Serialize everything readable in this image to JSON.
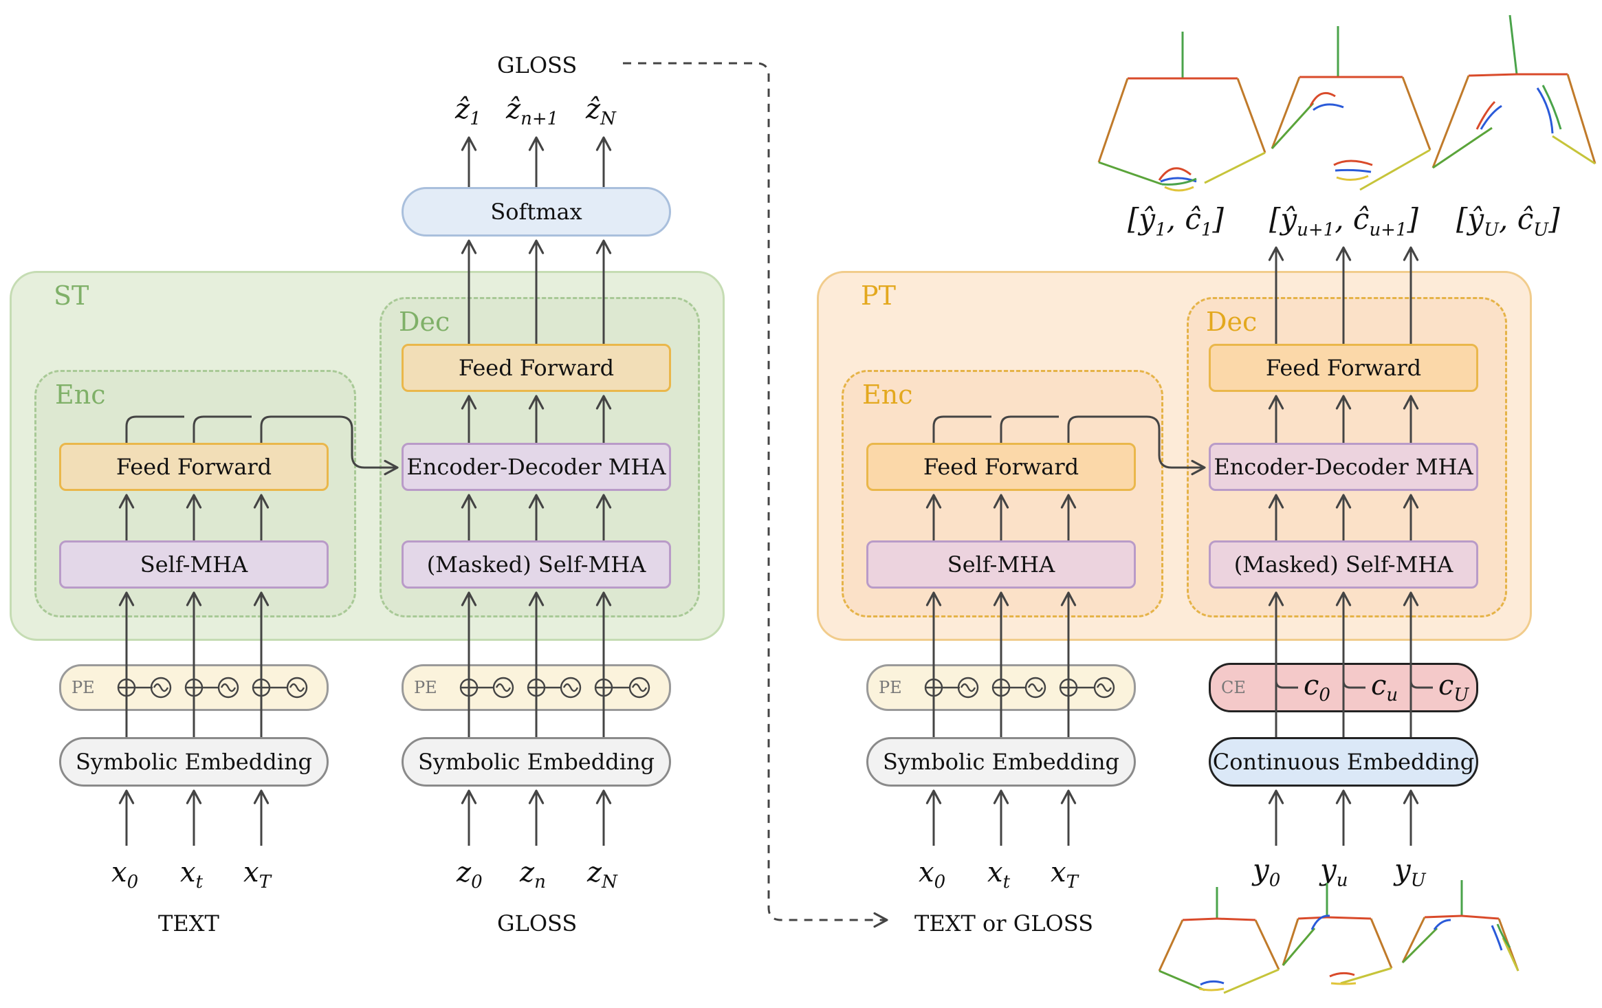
{
  "top_gloss": "GLOSS",
  "st": {
    "label": "ST",
    "enc_label": "Enc",
    "dec_label": "Dec",
    "softmax": "Softmax",
    "enc_feed_forward": "Feed Forward",
    "enc_self_mha": "Self-MHA",
    "dec_feed_forward": "Feed Forward",
    "dec_enc_dec_mha": "Encoder-Decoder MHA",
    "dec_masked_self_mha": "(Masked) Self-MHA",
    "enc_pe": "PE",
    "dec_pe": "PE",
    "enc_embedding": "Symbolic Embedding",
    "dec_embedding": "Symbolic Embedding",
    "enc_inputs": [
      {
        "base": "x",
        "sub": "0"
      },
      {
        "base": "x",
        "sub": "t"
      },
      {
        "base": "x",
        "sub": "T"
      }
    ],
    "dec_inputs": [
      {
        "base": "z",
        "sub": "0"
      },
      {
        "base": "z",
        "sub": "n"
      },
      {
        "base": "z",
        "sub": "N"
      }
    ],
    "outputs": [
      {
        "base": "ẑ",
        "sub": "1"
      },
      {
        "base": "ẑ",
        "sub": "n+1"
      },
      {
        "base": "ẑ",
        "sub": "N"
      }
    ],
    "enc_caption": "TEXT",
    "dec_caption": "GLOSS"
  },
  "pt": {
    "label": "PT",
    "enc_label": "Enc",
    "dec_label": "Dec",
    "enc_feed_forward": "Feed Forward",
    "enc_self_mha": "Self-MHA",
    "dec_feed_forward": "Feed Forward",
    "dec_enc_dec_mha": "Encoder-Decoder MHA",
    "dec_masked_self_mha": "(Masked) Self-MHA",
    "enc_pe": "PE",
    "ce": "CE",
    "ce_counters": [
      {
        "base": "c",
        "sub": "0"
      },
      {
        "base": "c",
        "sub": "u"
      },
      {
        "base": "c",
        "sub": "U"
      }
    ],
    "enc_embedding": "Symbolic Embedding",
    "dec_embedding": "Continuous Embedding",
    "enc_inputs": [
      {
        "base": "x",
        "sub": "0"
      },
      {
        "base": "x",
        "sub": "t"
      },
      {
        "base": "x",
        "sub": "T"
      }
    ],
    "dec_inputs": [
      {
        "base": "y",
        "sub": "0"
      },
      {
        "base": "y",
        "sub": "u"
      },
      {
        "base": "y",
        "sub": "U"
      }
    ],
    "outputs": [
      {
        "text": "[ŷ",
        "sub1": "1",
        "mid": ", ĉ",
        "sub2": "1",
        "end": "]"
      },
      {
        "text": "[ŷ",
        "sub1": "u+1",
        "mid": ", ĉ",
        "sub2": "u+1",
        "end": "]"
      },
      {
        "text": "[ŷ",
        "sub1": "U",
        "mid": ", ĉ",
        "sub2": "U",
        "end": "]"
      }
    ],
    "enc_caption": "TEXT or GLOSS"
  },
  "colors": {
    "st_fill": "#e6efdc",
    "pt_fill": "#fdebd8",
    "feed_forward": "#f2deb7",
    "mha": "#e3d7e8",
    "softmax": "#e3ecf7",
    "ce": "#f4c9c9",
    "continuous_embedding": "#dbe8f7"
  }
}
